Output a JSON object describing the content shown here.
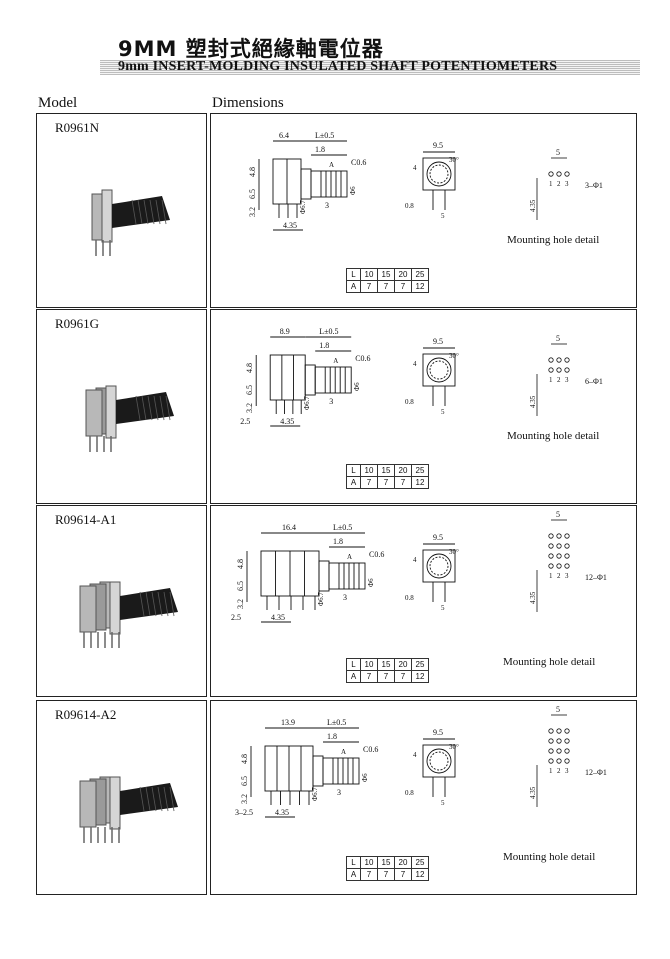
{
  "header": {
    "title_cn": "9MM 塑封式絕緣軸電位器",
    "title_en": "9mm INSERT-MOLDING INSULATED SHAFT  POTENTIOMETERS"
  },
  "columns": {
    "model": "Model",
    "dimensions": "Dimensions"
  },
  "length_table_header": [
    "L",
    "10",
    "15",
    "20",
    "25"
  ],
  "length_table_row": [
    "A",
    "7",
    "7",
    "7",
    "12"
  ],
  "mounting_label": "Mounting hole detail",
  "rows": [
    {
      "model": "R0961N",
      "dims": {
        "body": "6.4",
        "L": "L±0.5",
        "shaft": "1.8",
        "A": "A",
        "chamfer": "C0.6",
        "h1": "4.8",
        "h2": "6.5",
        "h3": "3.2",
        "d1": "Φ6.7",
        "d2": "Φ6",
        "pin": "3",
        "base": "4.35",
        "extra": ""
      },
      "front": {
        "w": "9.5",
        "ang": "30°",
        "tab": "4",
        "base": "0.8",
        "pitch": "5"
      },
      "holes": {
        "pitch": "5",
        "h": "4.35",
        "spec": "3–Φ1",
        "nums": [
          "1",
          "2",
          "3"
        ]
      }
    },
    {
      "model": "R0961G",
      "dims": {
        "body": "8.9",
        "L": "L±0.5",
        "shaft": "1.8",
        "A": "A",
        "chamfer": "C0.6",
        "h1": "4.8",
        "h2": "6.5",
        "h3": "3.2",
        "d1": "Φ6.7",
        "d2": "Φ6",
        "pin": "3",
        "base": "4.35",
        "extra": "2.5"
      },
      "front": {
        "w": "9.5",
        "ang": "30°",
        "tab": "4",
        "base": "0.8",
        "pitch": "5"
      },
      "holes": {
        "pitch": "5",
        "h": "4.35",
        "spec": "6–Φ1",
        "nums": [
          "1",
          "2",
          "3"
        ]
      }
    },
    {
      "model": "R09614-A1",
      "dims": {
        "body": "16.4",
        "L": "L±0.5",
        "shaft": "1.8",
        "A": "A",
        "chamfer": "C0.6",
        "h1": "4.8",
        "h2": "6.5",
        "h3": "3.2",
        "d1": "Φ6.7",
        "d2": "Φ6",
        "pin": "3",
        "base": "4.35",
        "extra": "2.5"
      },
      "front": {
        "w": "9.5",
        "ang": "30°",
        "tab": "4",
        "base": "0.8",
        "pitch": "5"
      },
      "holes": {
        "pitch": "5",
        "h": "4.35",
        "spec": "12–Φ1",
        "nums": [
          "1",
          "2",
          "3"
        ]
      }
    },
    {
      "model": "R09614-A2",
      "dims": {
        "body": "13.9",
        "L": "L±0.5",
        "shaft": "1.8",
        "A": "A",
        "chamfer": "C0.6",
        "h1": "4.8",
        "h2": "6.5",
        "h3": "3.2",
        "d1": "Φ6.7",
        "d2": "Φ6",
        "pin": "3",
        "base": "4.35",
        "extra": "3–2.5"
      },
      "front": {
        "w": "9.5",
        "ang": "30°",
        "tab": "4",
        "base": "0.8",
        "pitch": "5"
      },
      "holes": {
        "pitch": "5",
        "h": "4.35",
        "spec": "12–Φ1",
        "nums": [
          "1",
          "2",
          "3"
        ]
      }
    }
  ]
}
